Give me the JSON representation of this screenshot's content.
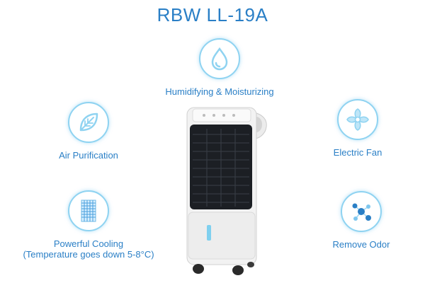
{
  "title": "RBW LL-19A",
  "features": {
    "humidifying": {
      "label": "Humidifying & Moisturizing",
      "icon": "water-drop-icon"
    },
    "air": {
      "label": "Air Purification",
      "icon": "leaf-icon"
    },
    "fan": {
      "label": "Electric Fan",
      "icon": "fan-blades-icon"
    },
    "cooling": {
      "label_line1": "Powerful Cooling",
      "label_line2": "(Temperature goes down 5-8°C)",
      "icon": "cooling-filter-icon"
    },
    "odor": {
      "label": "Remove Odor",
      "icon": "molecule-icon"
    }
  },
  "colors": {
    "accent": "#2a7fc6",
    "icon_light": "#8fd3f1",
    "device_dark": "#1c1f24",
    "device_body": "#f2f2f2"
  }
}
